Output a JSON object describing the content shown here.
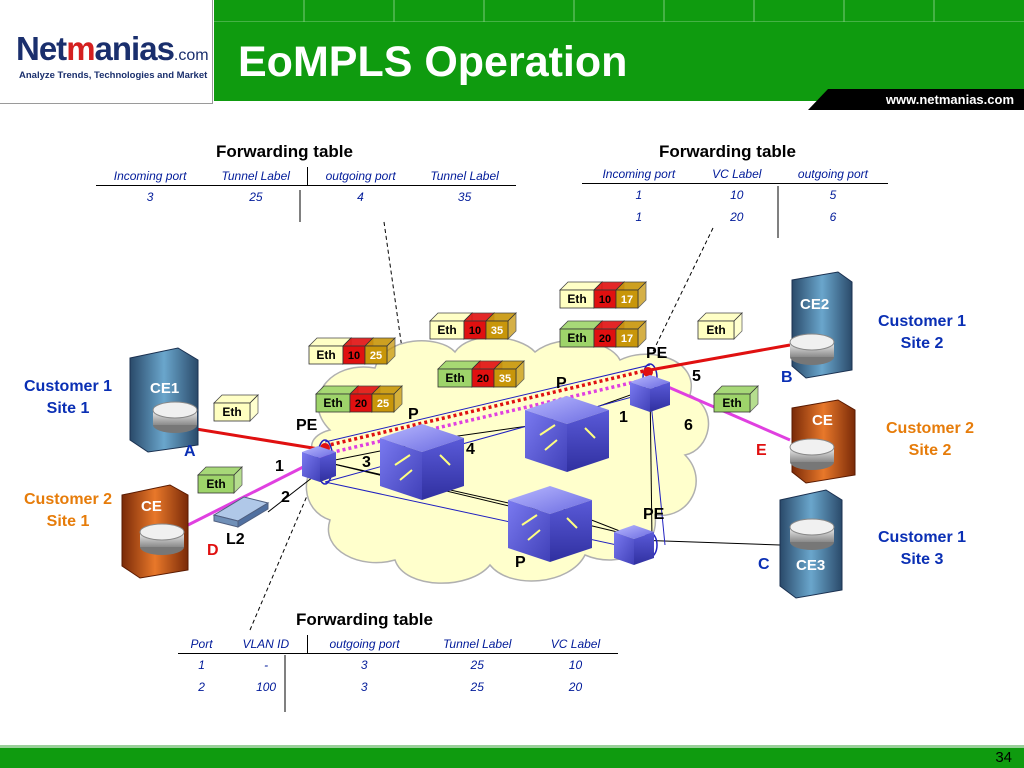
{
  "header": {
    "logo_prefix": "Net",
    "logo_m": "m",
    "logo_rest": "anias",
    "logo_suffix": ".com",
    "tagline": "Analyze Trends, Technologies and Market",
    "title": "EoMPLS Operation",
    "url": "www.netmanias.com"
  },
  "footer": {
    "page_number": "34"
  },
  "tables": {
    "pe_a": {
      "title": "Forwarding table",
      "headers": [
        "Incoming port",
        "Tunnel Label",
        "outgoing port",
        "Tunnel Label"
      ],
      "rows": [
        [
          "3",
          "25",
          "4",
          "35"
        ]
      ]
    },
    "pe_b": {
      "title": "Forwarding table",
      "headers": [
        "Incoming port",
        "VC Label",
        "outgoing port"
      ],
      "rows": [
        [
          "1",
          "10",
          "5"
        ],
        [
          "1",
          "20",
          "6"
        ]
      ]
    },
    "pe_l2": {
      "title": "Forwarding table",
      "headers": [
        "Port",
        "VLAN ID",
        "outgoing port",
        "Tunnel Label",
        "VC Label"
      ],
      "rows": [
        [
          "1",
          "-",
          "3",
          "25",
          "10"
        ],
        [
          "2",
          "100",
          "3",
          "25",
          "20"
        ]
      ]
    }
  },
  "sites": {
    "customer1_site1": "Customer 1\nSite 1",
    "customer2_site1": "Customer 2\nSite 1",
    "customer1_site2": "Customer 1\nSite 2",
    "customer2_site2": "Customer 2\nSite 2",
    "customer1_site3": "Customer 1\nSite 3"
  },
  "devices": {
    "ce1": "CE1",
    "ce_left": "CE",
    "ce2": "CE2",
    "ce_right": "CE",
    "ce3": "CE3",
    "pe_left": "PE",
    "pe_top": "PE",
    "pe_bottom": "PE",
    "p_top": "P",
    "p_mid": "P",
    "p_bottom": "P",
    "l2": "L2"
  },
  "points": {
    "a": "A",
    "b": "B",
    "c": "C",
    "d": "D",
    "e": "E"
  },
  "ports": {
    "p1": "1",
    "p2": "2",
    "p3": "3",
    "p4": "4",
    "p5": "5",
    "p6": "6",
    "pb1": "1"
  },
  "packets": {
    "eth": "Eth",
    "pkt1": {
      "vc": "10",
      "tunnel": "25"
    },
    "pkt2": {
      "vc": "20",
      "tunnel": "25"
    },
    "pkt3": {
      "vc": "10",
      "tunnel": "35"
    },
    "pkt4": {
      "vc": "20",
      "tunnel": "35"
    },
    "pkt5": {
      "vc": "10",
      "tunnel": "17"
    },
    "pkt6": {
      "vc": "20",
      "tunnel": "17"
    }
  },
  "colors": {
    "brand_green": "#0f9b0f",
    "customer1_blue": "#0a2fb4",
    "customer2_orange": "#e67c0a",
    "vc_red": "#e01010",
    "tunnel_gold": "#c8960a",
    "eth_yellow": "#ffffc0",
    "eth_green": "#9ed46a"
  }
}
